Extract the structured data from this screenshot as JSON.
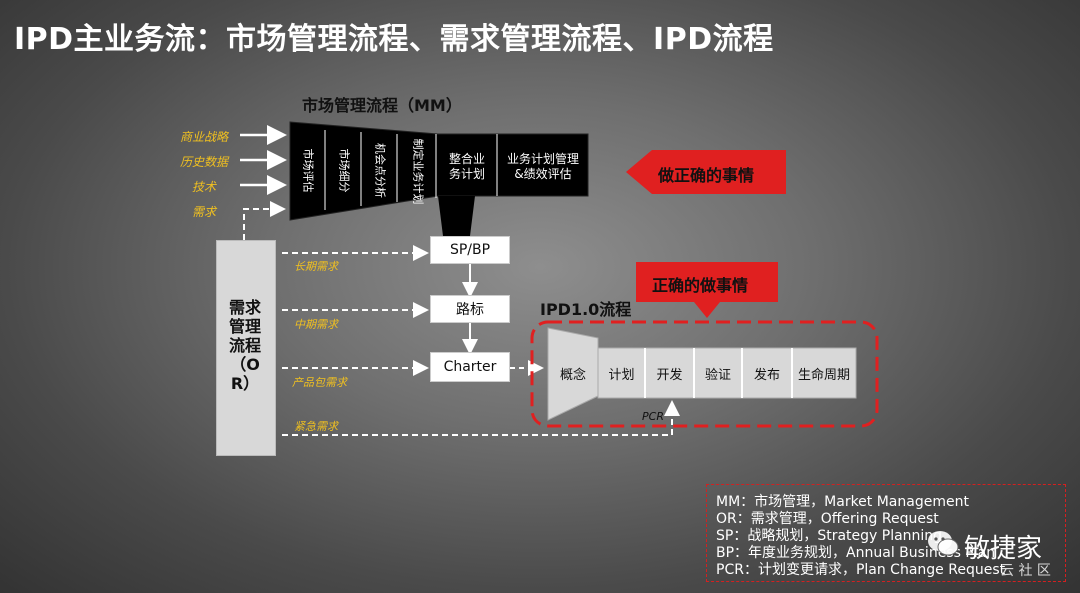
{
  "title": "IPD主业务流：市场管理流程、需求管理流程、IPD流程",
  "mm": {
    "title": "市场管理流程（MM）",
    "inputs": [
      "商业战略",
      "历史数据",
      "技术",
      "需求"
    ],
    "steps_vertical": [
      "市场评估",
      "市场细分",
      "机会点分析",
      "制定业务计划"
    ],
    "step_integrate": "整合业\n务计划",
    "step_manage": "业务计划管理\n&绩效评估"
  },
  "tags": {
    "do_right_thing": "做正确的事情",
    "do_thing_right": "正确的做事情"
  },
  "or": {
    "label": "需求\n管理\n流程\n（O\nR）"
  },
  "milestones": {
    "spbp": "SP/BP",
    "roadmap": "路标",
    "charter": "Charter"
  },
  "demands": [
    "长期需求",
    "中期需求",
    "产品包需求",
    "紧急需求"
  ],
  "ipd": {
    "title": "IPD1.0流程",
    "stages": [
      "概念",
      "计划",
      "开发",
      "验证",
      "发布",
      "生命周期"
    ],
    "pcr": "PCR"
  },
  "legend": [
    "MM：市场管理，Market Management",
    "OR：需求管理，Offering Request",
    "SP：战略规划，Strategy Planning",
    "BP：年度业务规划，Annual  Business Plan",
    "PCR：计划变更请求，Plan Change Request"
  ],
  "watermark": {
    "name": "敏捷家",
    "sub": "云 社 区"
  },
  "colors": {
    "accent_red": "#e02020",
    "label_yellow": "#f0c020",
    "bg_dark": "#333333"
  }
}
